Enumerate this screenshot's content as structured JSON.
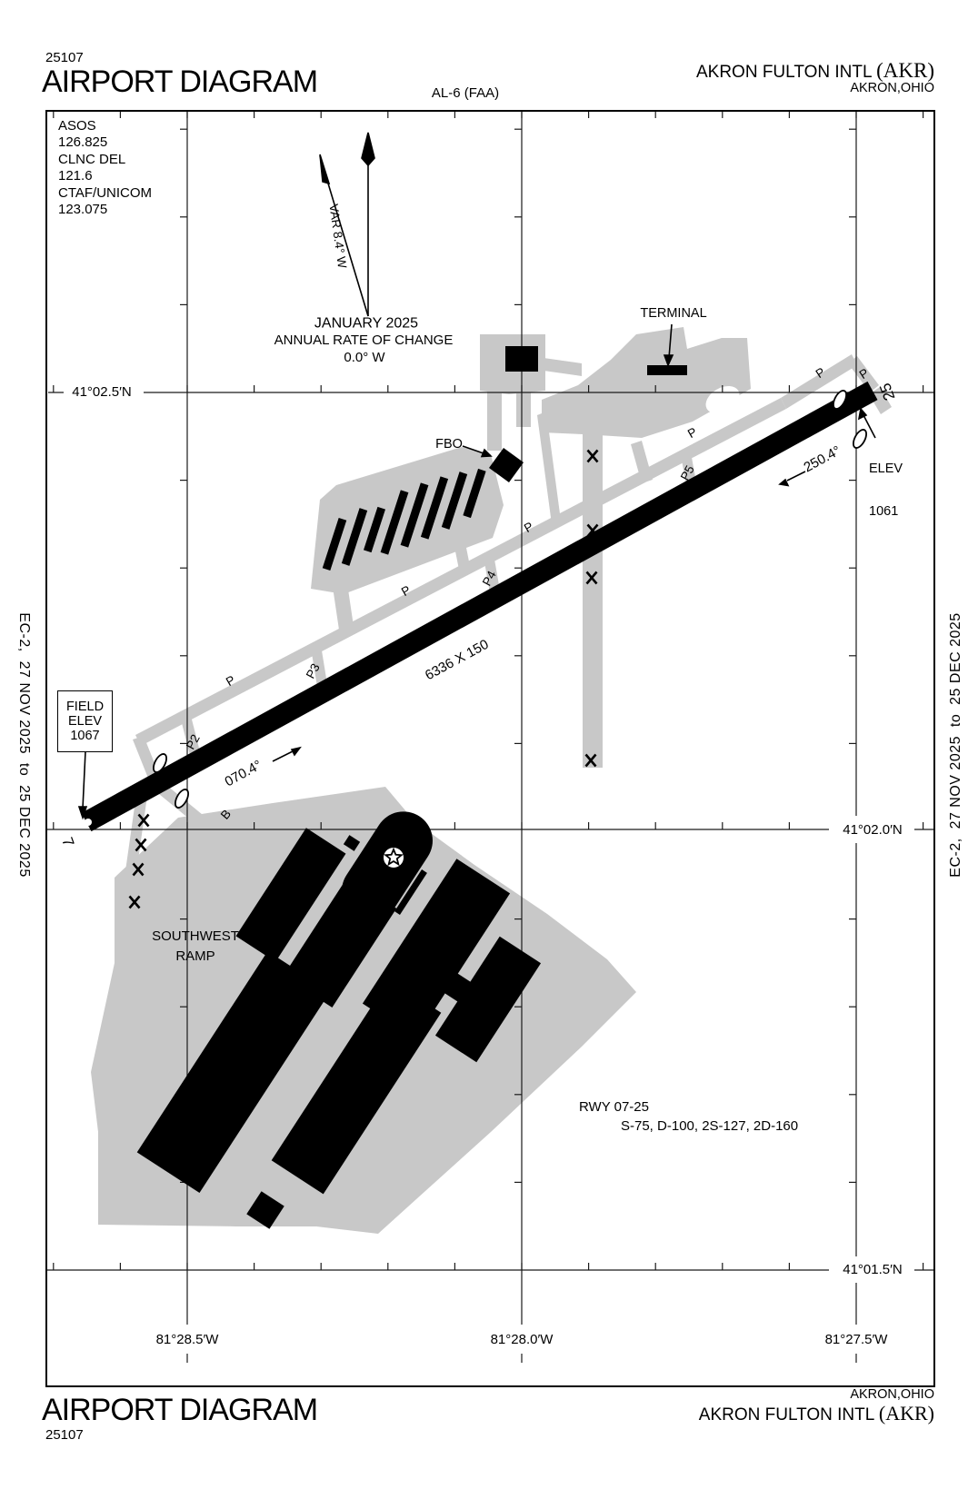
{
  "header": {
    "chart_number": "25107",
    "title": "AIRPORT DIAGRAM",
    "chart_ref": "AL-6 (FAA)",
    "airport_name": "AKRON FULTON INTL ",
    "airport_code": "(AKR)",
    "city": "AKRON,OHIO"
  },
  "footer": {
    "title": "AIRPORT DIAGRAM",
    "chart_number": "25107",
    "city": "AKRON,OHIO",
    "airport_name": "AKRON FULTON INTL ",
    "airport_code": "(AKR)"
  },
  "effective": {
    "left": "EC-2,  27 NOV 2025  to  25 DEC 2025",
    "right": "EC-2,  27 NOV 2025  to  25 DEC 2025"
  },
  "comms": {
    "line1": "ASOS",
    "line2": "126.825",
    "line3": "CLNC DEL",
    "line4": "121.6",
    "line5": "CTAF/UNICOM",
    "line6": "123.075"
  },
  "variation": {
    "label": "VAR 8.4° W",
    "date": "JANUARY 2025",
    "rate1": "ANNUAL RATE OF CHANGE",
    "rate2": "0.0° W"
  },
  "runway": {
    "end7": "7",
    "end25": "25",
    "dimensions": "6336 X 150",
    "heading07": "070.4°",
    "heading25": "250.4°",
    "info1": "RWY 07-25",
    "info2": "S-75, D-100, 2S-127, 2D-160"
  },
  "elevation": {
    "field1": "FIELD",
    "field2": "ELEV",
    "field3": "1067",
    "rwy25_1": "ELEV",
    "rwy25_2": "1061"
  },
  "labels": {
    "terminal": "TERMINAL",
    "fbo": "FBO",
    "ramp1": "SOUTHWEST",
    "ramp2": "RAMP"
  },
  "taxiways": {
    "p": "P",
    "p2": "P2",
    "p3": "P3",
    "p4": "P4",
    "p5": "P5",
    "b": "B"
  },
  "grid": {
    "lat1": "41°02.5′N",
    "lat2": "41°02.0′N",
    "lat3": "41°01.5′N",
    "lon1": "81°28.5′W",
    "lon2": "81°28.0′W",
    "lon3": "81°27.5′W"
  }
}
